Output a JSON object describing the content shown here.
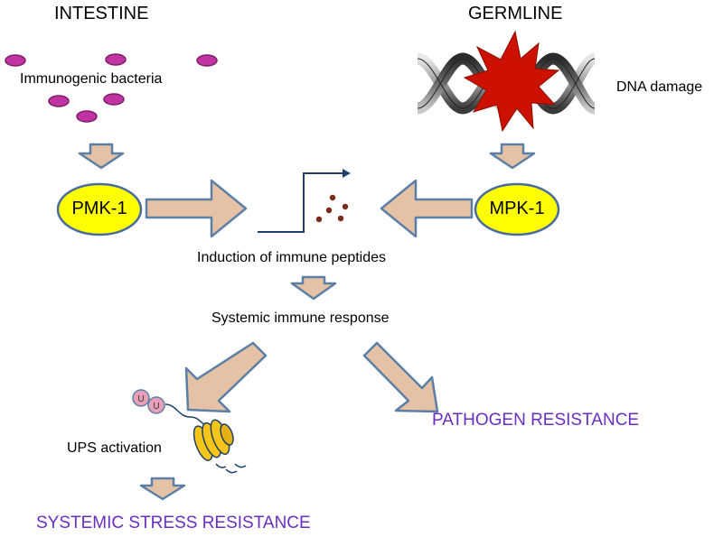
{
  "headers": {
    "intestine": "INTESTINE",
    "germline": "GERMLINE"
  },
  "labels": {
    "bacteria": "Immunogenic bacteria",
    "dna_damage": "DNA damage",
    "induction": "Induction of immune peptides",
    "systemic": "Systemic immune response",
    "ups": "UPS activation"
  },
  "ovals": {
    "pmk": "PMK-1",
    "mpk": "MPK-1"
  },
  "outcomes": {
    "pathogen": "PATHOGEN RESISTANCE",
    "stress": "SYSTEMIC STRESS RESISTANCE"
  },
  "ubiquitin_label": "U",
  "colors": {
    "arrow_fill": "#e5c2a5",
    "arrow_stroke": "#5b7fa6",
    "oval_fill": "#ffff00",
    "oval_stroke": "#4a6b9e",
    "bacteria": "#c133a3",
    "dna_damage": "#cc1100",
    "outcome_text": "#6a2fc2",
    "peptide_dots": "#7a2a1a",
    "proteasome": "#f5c518",
    "ubiquitin": "#e8a0b8"
  }
}
